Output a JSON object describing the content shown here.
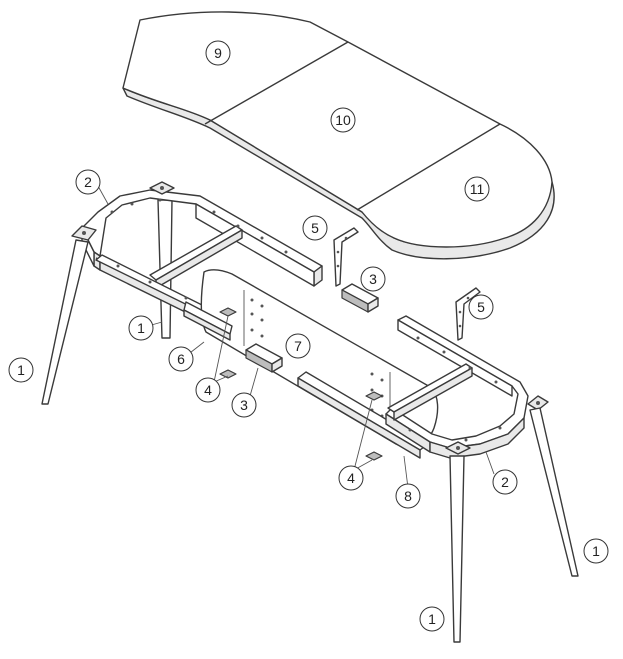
{
  "callouts": [
    {
      "number": "9"
    },
    {
      "number": "10"
    },
    {
      "number": "11"
    },
    {
      "number": "2"
    },
    {
      "number": "5"
    },
    {
      "number": "3"
    },
    {
      "number": "5"
    },
    {
      "number": "1"
    },
    {
      "number": "6"
    },
    {
      "number": "7"
    },
    {
      "number": "4"
    },
    {
      "number": "3"
    },
    {
      "number": "1"
    },
    {
      "number": "4"
    },
    {
      "number": "8"
    },
    {
      "number": "2"
    },
    {
      "number": "1"
    },
    {
      "number": "1"
    }
  ]
}
